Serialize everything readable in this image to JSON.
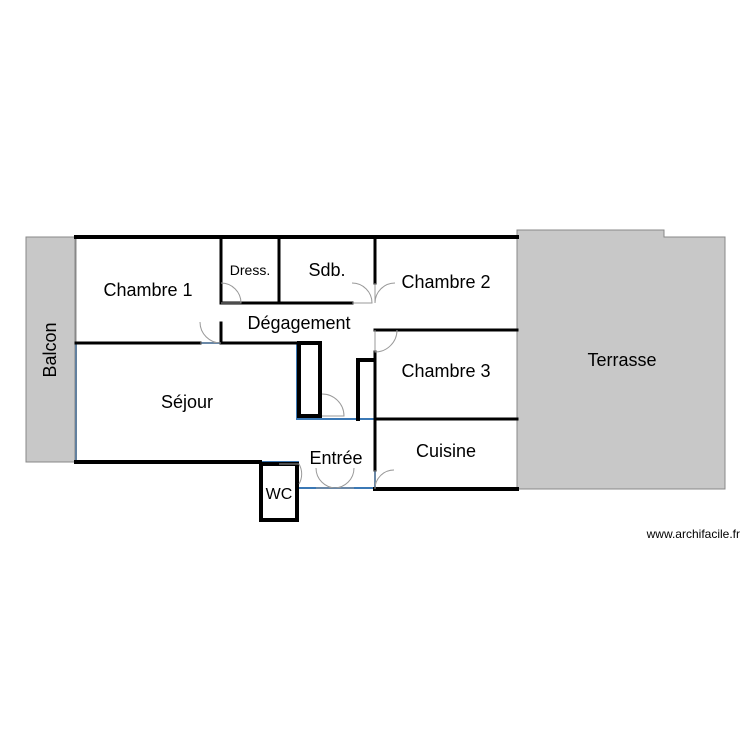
{
  "plan": {
    "rooms": {
      "balcon": "Balcon",
      "chambre1": "Chambre 1",
      "dress": "Dress.",
      "sdb": "Sdb.",
      "chambre2": "Chambre 2",
      "degagement": "Dégagement",
      "chambre3": "Chambre 3",
      "sejour": "Séjour",
      "terrasse": "Terrasse",
      "entree": "Entrée",
      "cuisine": "Cuisine",
      "wc": "WC"
    },
    "watermark": "www.archifacile.fr"
  },
  "colors": {
    "wall": "#000000",
    "outdoor_fill": "#c8c8c8",
    "selected_room": "#3b78b5",
    "door": "#999999"
  }
}
